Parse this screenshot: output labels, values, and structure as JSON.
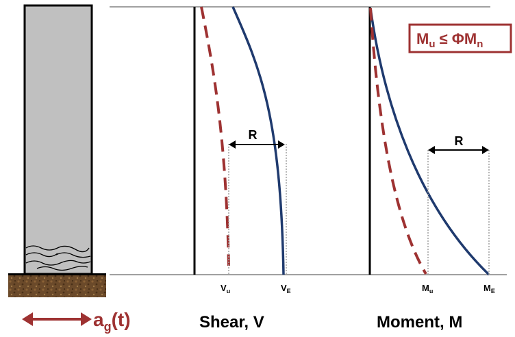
{
  "labels": {
    "excitation_main": "a",
    "excitation_sub": "g",
    "excitation_tail": "(t)",
    "shear_caption": "Shear, V",
    "moment_caption": "Moment, M",
    "vu_main": "V",
    "vu_sub": "u",
    "ve_main": "V",
    "ve_sub": "E",
    "mu_main": "M",
    "mu_sub": "u",
    "me_main": "M",
    "me_sub": "E",
    "r_shear": "R",
    "r_moment": "R",
    "check_lhs_main": "M",
    "check_lhs_sub": "u",
    "check_mid": " ≤ ΦM",
    "check_rhs_sub": "n"
  },
  "colors": {
    "column_fill": "#c0c0c0",
    "ground": "#6b4a2a",
    "accent_red": "#9e3232",
    "envelope_blue": "#1f3a6e",
    "outline": "#000000",
    "guide": "#a0a0a0"
  },
  "icons": {
    "excitation_arrow": "double-headed-arrow-icon",
    "range_arrow": "double-headed-arrow-icon"
  }
}
